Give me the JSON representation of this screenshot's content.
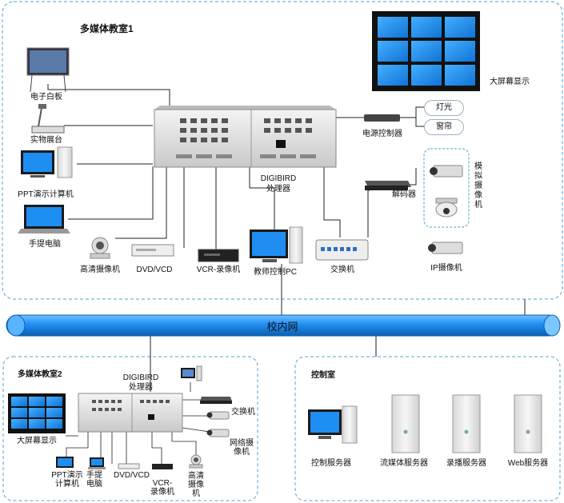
{
  "classroom1": {
    "title": "多媒体教室1",
    "devices": {
      "whiteboard": "电子白板",
      "visualizer": "实物展台",
      "ppt_pc": "PPT演示计算机",
      "laptop": "手提电脑",
      "hd_camera": "高清摄像机",
      "dvd": "DVD/VCD",
      "vcr": "VCR-录像机",
      "teacher_pc": "教师控制PC",
      "switch": "交换机",
      "ip_camera": "IP摄像机",
      "decoder": "解码器",
      "power_controller": "电源控制器",
      "light": "灯光",
      "curtain": "窗帘",
      "big_screen": "大屏幕显示",
      "analog_camera": "模拟摄像机"
    },
    "processor_line1": "DIGIBIRD",
    "processor_line2": "处理器"
  },
  "network": {
    "label": "校内网"
  },
  "classroom2": {
    "title": "多媒体教室2",
    "processor_line1": "DIGIBIRD",
    "processor_line2": "处理器",
    "devices": {
      "big_screen": "大屏幕显示",
      "ppt_pc": "PPT演示计算机",
      "laptop": "手提电脑",
      "dvd": "DVD/VCD",
      "vcr": "VCR-录像机",
      "hd_camera": "高清摄像机",
      "switch": "交换机",
      "net_camera": "网络摄像机"
    }
  },
  "control_room": {
    "title": "控制室",
    "servers": [
      "控制服务器",
      "流媒体服务器",
      "录播服务器",
      "Web服务器"
    ]
  },
  "colors": {
    "network_pipe": "#2e93e6",
    "region_border": "#4fa3dc",
    "screen_blue": "#1f8ef2"
  }
}
